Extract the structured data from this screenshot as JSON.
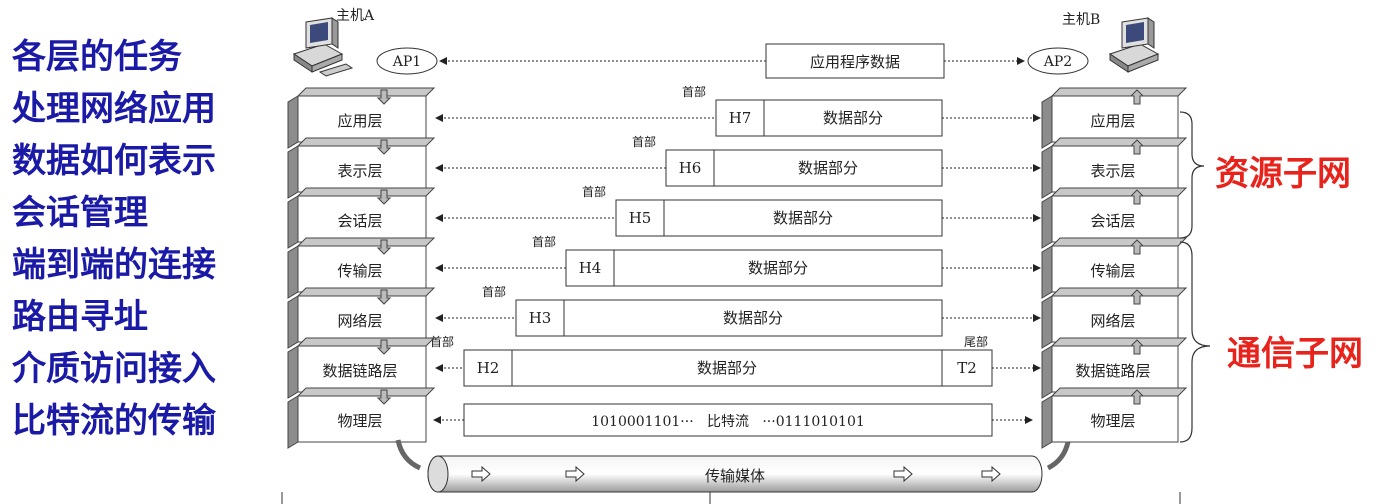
{
  "host_a": {
    "label": "主机A",
    "ap": "AP1"
  },
  "host_b": {
    "label": "主机B",
    "ap": "AP2"
  },
  "app_data": "应用程序数据",
  "layers": [
    "应用层",
    "表示层",
    "会话层",
    "传输层",
    "网络层",
    "数据链路层",
    "物理层"
  ],
  "tasks": [
    "各层的任务",
    "处理网络应用",
    "数据如何表示",
    "会话管理",
    "端到端的连接",
    "路由寻址",
    "介质访问接入",
    "比特流的传输"
  ],
  "units": [
    {
      "header": "H7",
      "header_caption": "首部",
      "data": "数据部分"
    },
    {
      "header": "H6",
      "header_caption": "首部",
      "data": "数据部分"
    },
    {
      "header": "H5",
      "header_caption": "首部",
      "data": "数据部分"
    },
    {
      "header": "H4",
      "header_caption": "首部",
      "data": "数据部分"
    },
    {
      "header": "H3",
      "header_caption": "首部",
      "data": "数据部分"
    },
    {
      "header": "H2",
      "header_caption": "首部",
      "data": "数据部分",
      "trailer": "T2",
      "trailer_caption": "尾部"
    }
  ],
  "bitstream": "1010001101···   比特流   ···0111010101",
  "medium": "传输媒体",
  "resource_subnet": "资源子网",
  "comm_subnet": "通信子网",
  "colors": {
    "task_text": "#1a1aa6",
    "subnet_text": "#e8231c",
    "layer_face": "#ffffff",
    "layer_side": "#8c8c8c",
    "layer_top": "#c8c8c8"
  }
}
